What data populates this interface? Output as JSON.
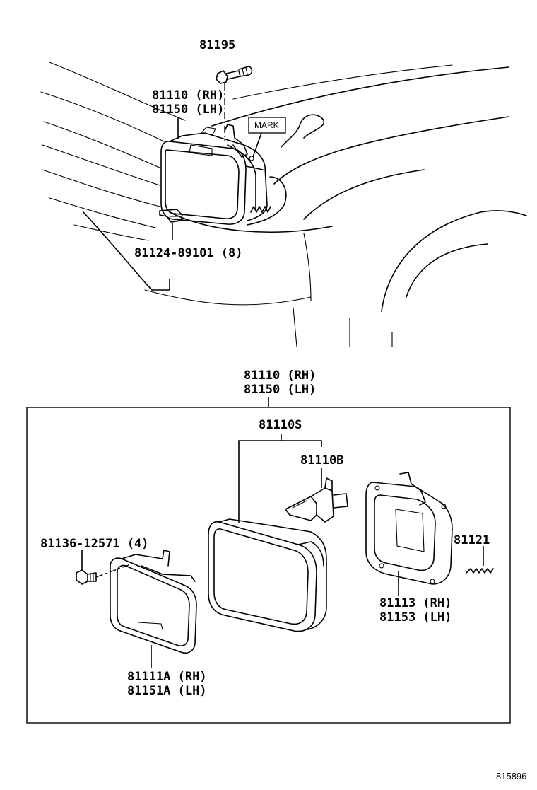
{
  "diagram": {
    "top": {
      "bolt_label": "81195",
      "headlamp_rh": "81110 (RH)",
      "headlamp_lh": "81150 (LH)",
      "mark_label": "MARK",
      "clip_label": "81124-89101 (8)"
    },
    "box": {
      "headlamp_rh": "81110 (RH)",
      "headlamp_lh": "81150 (LH)",
      "sealed_unit": "81110S",
      "bulb": "81110B",
      "screw": "81136-12571 (4)",
      "spring": "81121",
      "housing_rh": "81113 (RH)",
      "housing_lh": "81153 (LH)",
      "rim_rh": "81111A (RH)",
      "rim_lh": "81151A (LH)"
    },
    "ref_number": "815896"
  },
  "icons": [
    "bolt-icon",
    "clip-icon",
    "spring-icon",
    "bulb-icon",
    "screw-icon"
  ]
}
